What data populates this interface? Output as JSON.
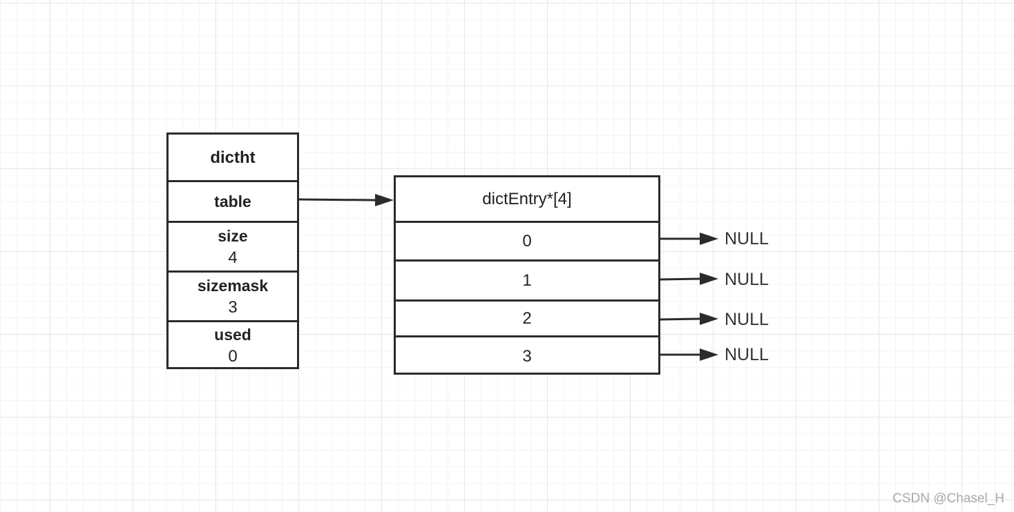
{
  "dictht": {
    "title": "dictht",
    "fields": [
      {
        "name": "table",
        "value": ""
      },
      {
        "name": "size",
        "value": "4"
      },
      {
        "name": "sizemask",
        "value": "3"
      },
      {
        "name": "used",
        "value": "0"
      }
    ]
  },
  "dict_entry_array": {
    "title": "dictEntry*[4]",
    "slots": [
      "0",
      "1",
      "2",
      "3"
    ]
  },
  "null_labels": [
    "NULL",
    "NULL",
    "NULL",
    "NULL"
  ],
  "watermark": "CSDN @Chasel_H",
  "colors": {
    "stroke": "#2b2b2b",
    "grid_major": "#e6e6e6",
    "grid_minor": "#f4f4f4",
    "watermark": "#a9a9a9"
  }
}
